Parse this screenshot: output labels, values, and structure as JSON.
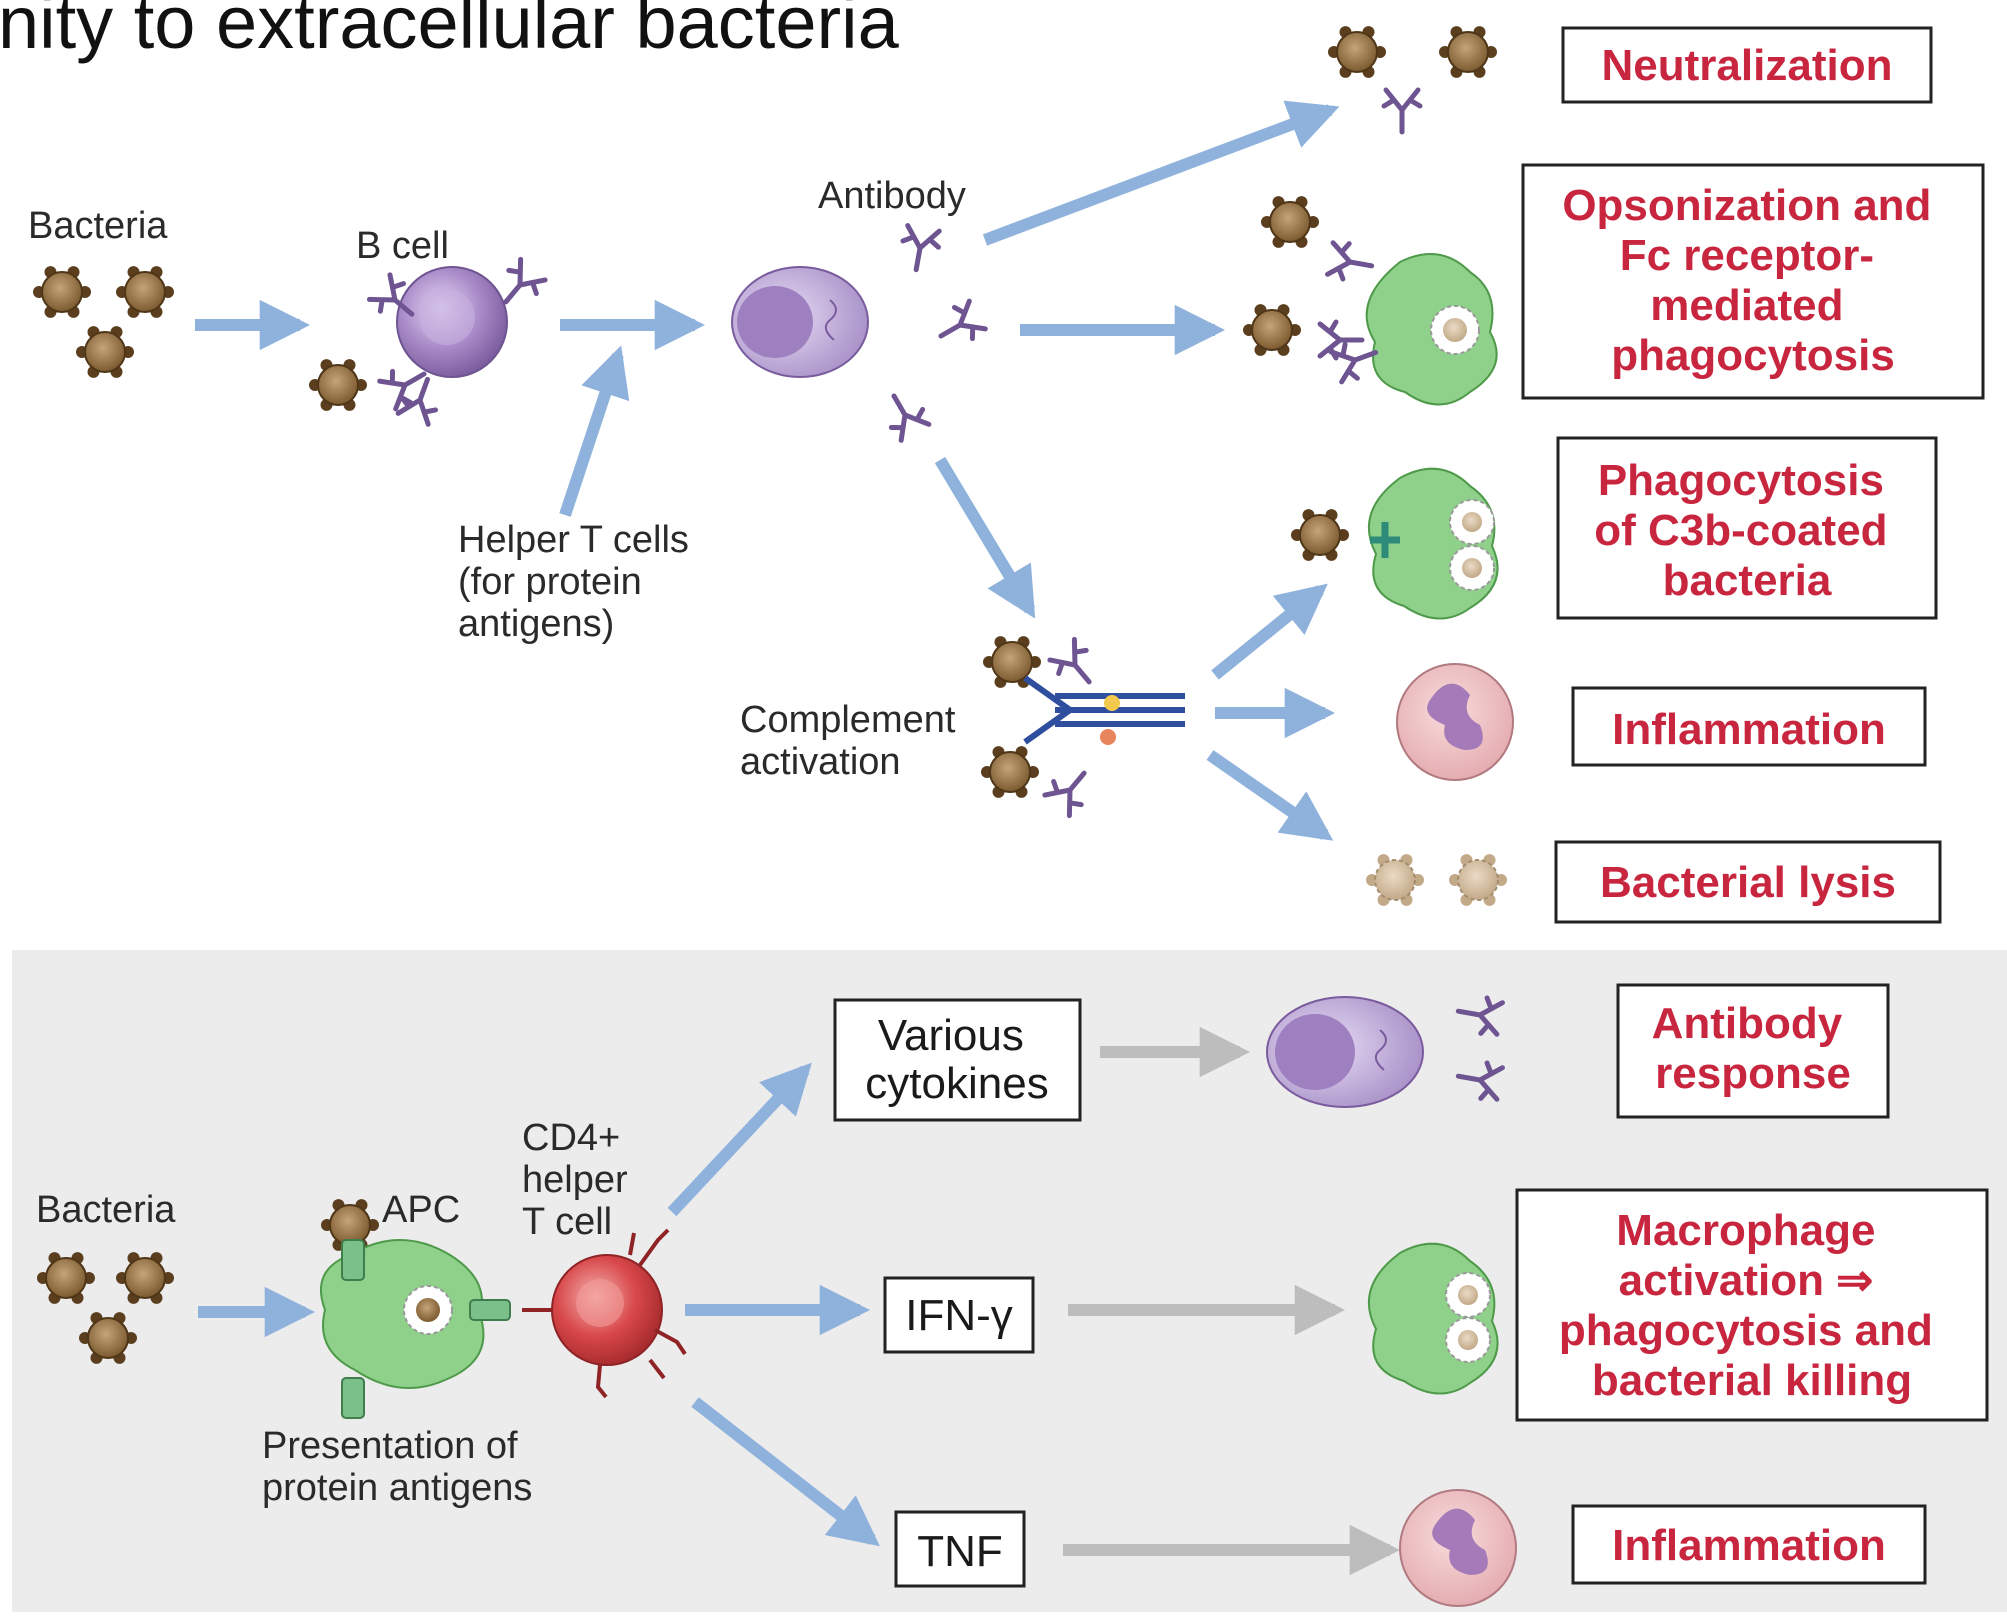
{
  "title": "nity to extracellular bacteria",
  "humoral": {
    "bacteria_label": "Bacteria",
    "bcell_label": "B cell",
    "antibody_label": "Antibody",
    "helper_label": [
      "Helper T cells",
      "(for protein",
      "antigens)"
    ],
    "complement_label": [
      "Complement",
      "activation"
    ],
    "outcomes": [
      {
        "lines": [
          "Neutralization"
        ]
      },
      {
        "lines": [
          "Opsonization and",
          "Fc receptor-",
          "mediated",
          "phagocytosis"
        ]
      },
      {
        "lines": [
          "Phagocytosis",
          "of C3b-coated",
          "bacteria"
        ]
      },
      {
        "lines": [
          "Inflammation"
        ]
      },
      {
        "lines": [
          "Bacterial lysis"
        ]
      }
    ]
  },
  "cellular": {
    "bacteria_label": "Bacteria",
    "apc_label": "APC",
    "cd4_label": [
      "CD4+",
      "helper",
      "T cell"
    ],
    "presentation_label": [
      "Presentation of",
      "protein antigens"
    ],
    "cytokines": [
      {
        "lines": [
          "Various",
          "cytokines"
        ]
      },
      {
        "lines": [
          "IFN-γ"
        ]
      },
      {
        "lines": [
          "TNF"
        ]
      }
    ],
    "outcomes": [
      {
        "lines": [
          "Antibody",
          "response"
        ]
      },
      {
        "lines": [
          "Macrophage",
          "activation ⇒",
          "phagocytosis and",
          "bacterial killing"
        ]
      },
      {
        "lines": [
          "Inflammation"
        ]
      }
    ]
  },
  "colors": {
    "arrow_blue": "#8fb2dd",
    "arrow_gray": "#bdbdbd",
    "outcome_red": "#c8263f",
    "bacteria_brown": "#8b6b3a",
    "bcell_purple": "#a98bc8",
    "macrophage_green": "#8fd08a",
    "neutrophil_pink": "#e8b4b8",
    "tcell_red": "#d9484a",
    "panel_gray": "#ececec"
  }
}
